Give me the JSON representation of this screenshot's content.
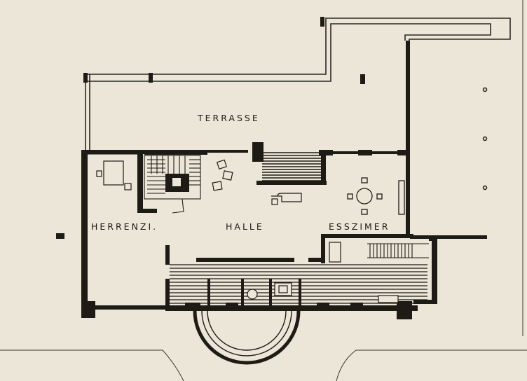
{
  "plan": {
    "labels": {
      "terrace": "TERRASSE",
      "study": "HERRENZI.",
      "hall": "HALLE",
      "dining": "ESSZIMER"
    }
  }
}
